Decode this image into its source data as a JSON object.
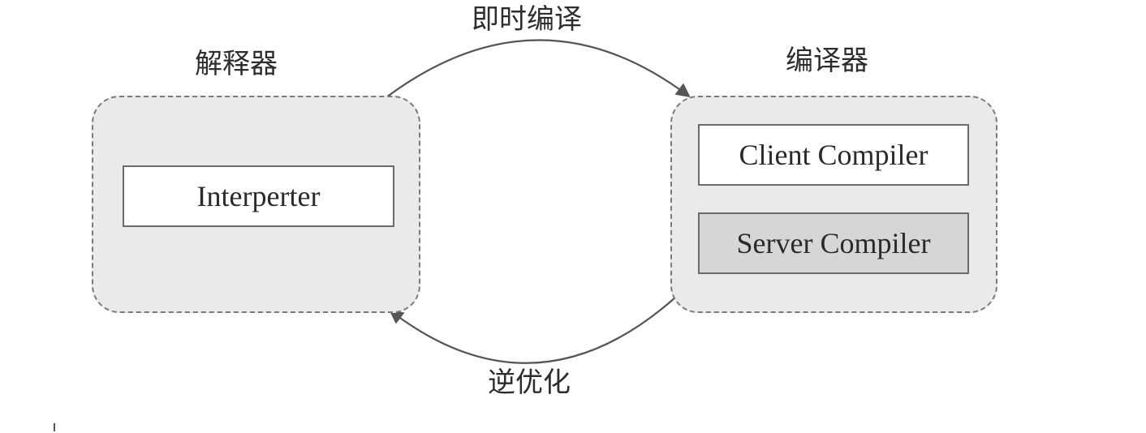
{
  "top_arrow": {
    "label": "即时编译"
  },
  "bottom_arrow": {
    "label": "逆优化"
  },
  "interpreter": {
    "title": "解释器",
    "box_label": "Interperter"
  },
  "compiler": {
    "title": "编译器",
    "client_label": "Client Compiler",
    "server_label": "Server Compiler"
  },
  "colors": {
    "group_fill": "#e9eaea",
    "client_fill": "#ffffff",
    "server_fill": "#d6d6d6",
    "line": "#555555"
  }
}
